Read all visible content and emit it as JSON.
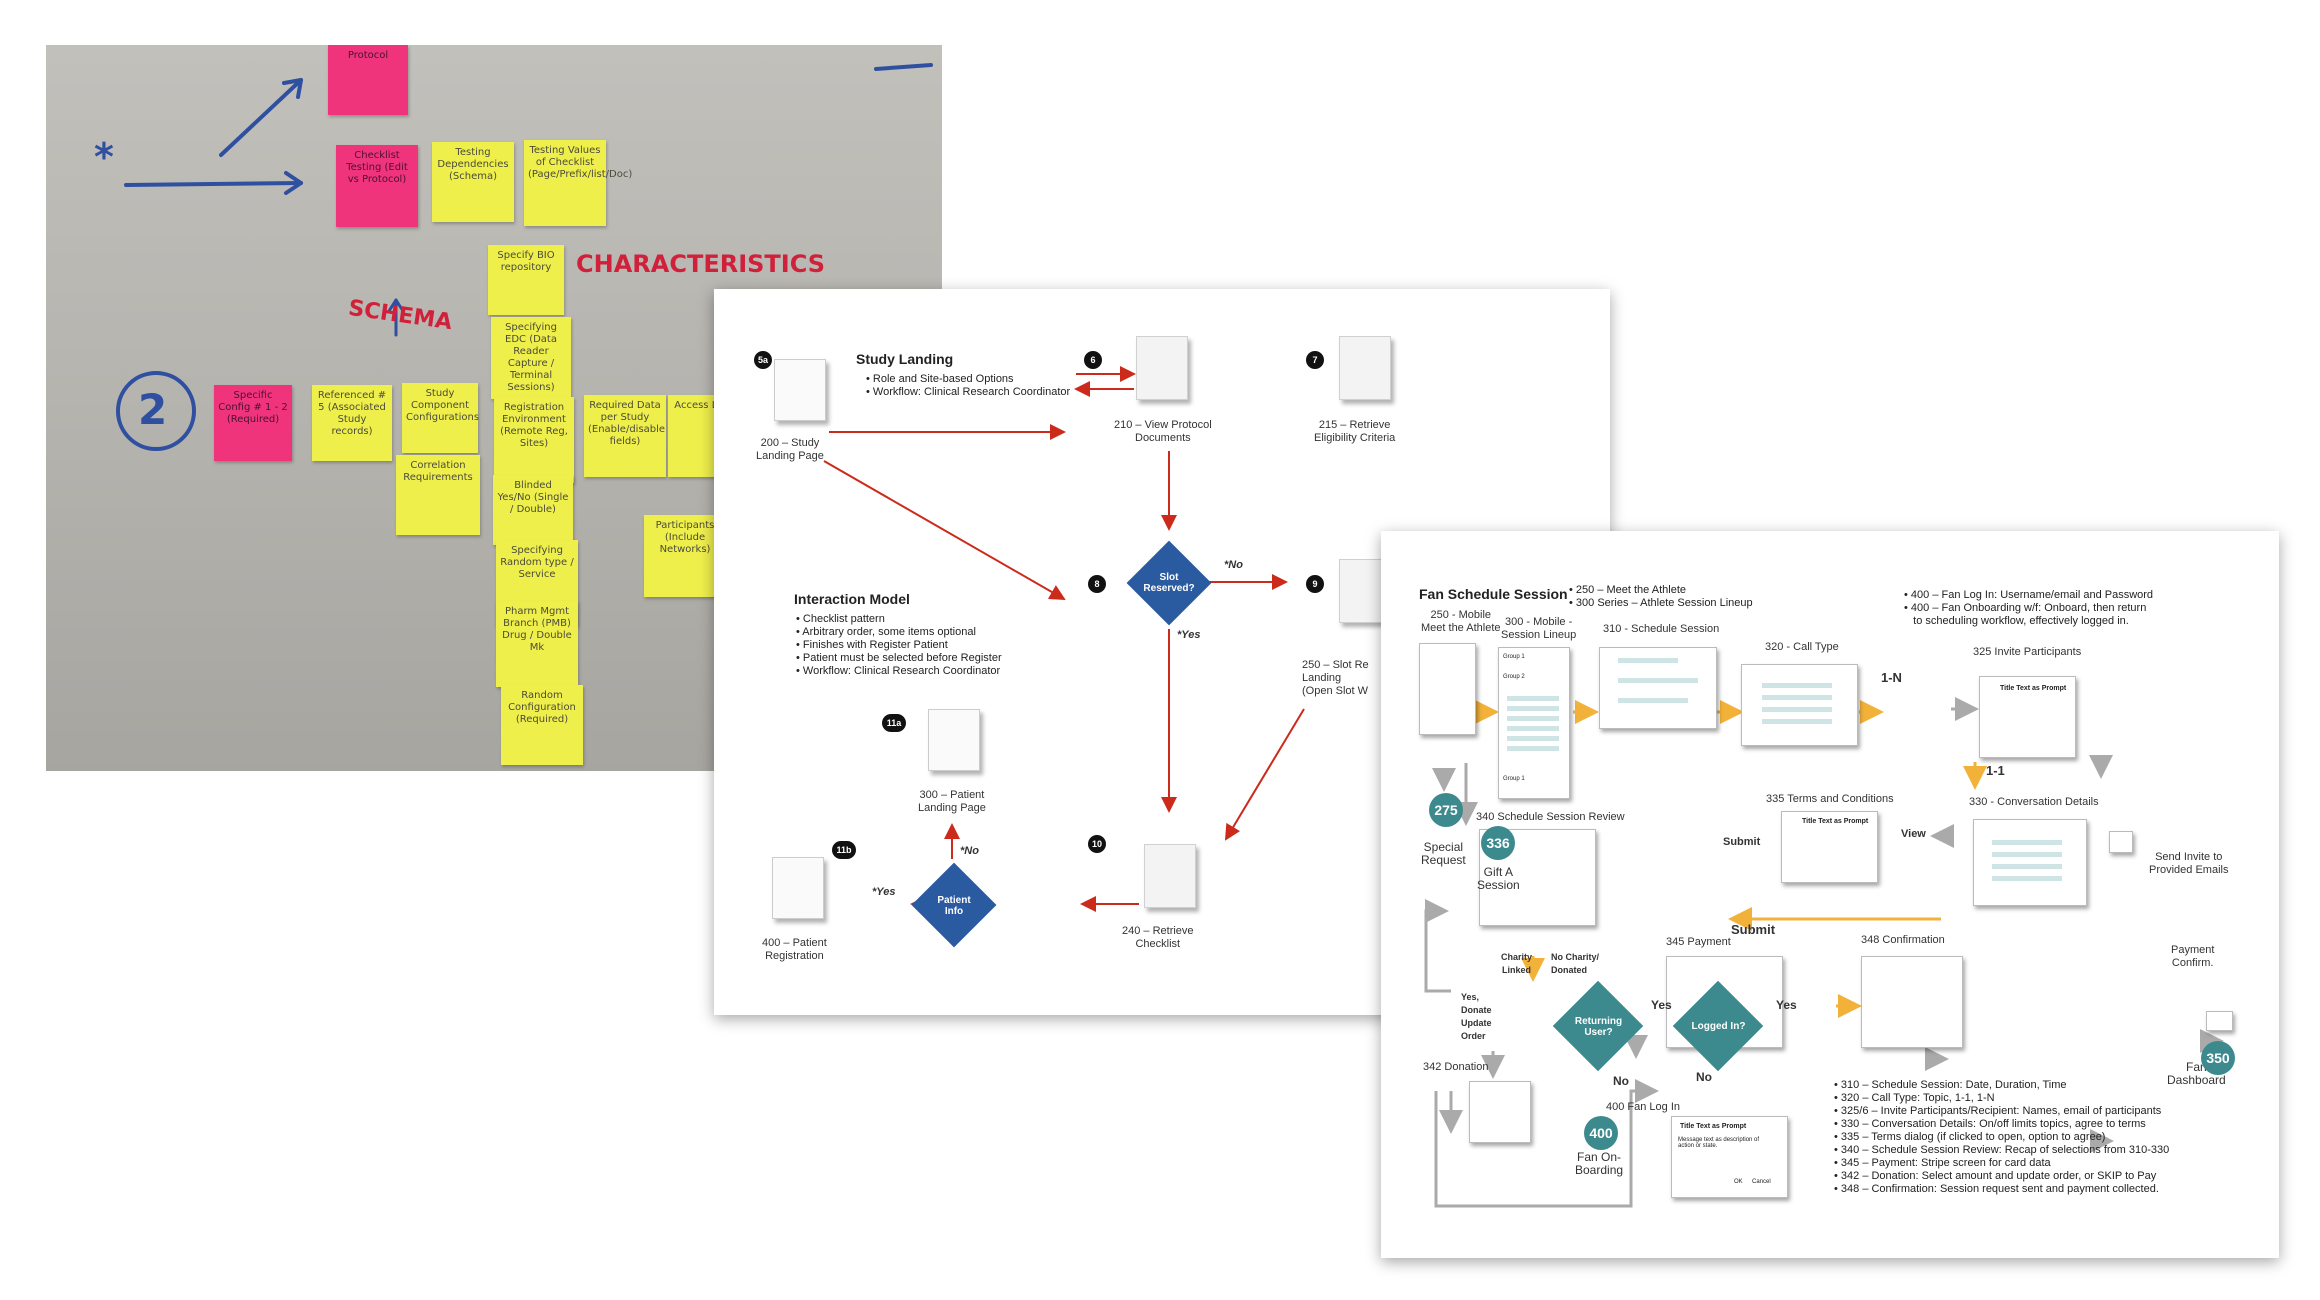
{
  "photo": {
    "notes_pink": [
      "Protocol",
      "Checklist Testing (Edit vs Protocol)",
      "Specific Config # 1 - 2 (Required)"
    ],
    "notes_yellow": [
      "Testing Dependencies (Schema)",
      "Testing Values of Checklist (Page/Prefix/list/Doc)",
      "Specify BIO repository",
      "Specifying EDC (Data Reader Capture / Terminal Sessions)",
      "Referenced # 5 (Associated Study records)",
      "Study Component Configurations",
      "Correlation Requirements",
      "Registration Environment (Remote Reg, Sites)",
      "Required Data per Study (Enable/disable fields)",
      "Access Limits",
      "Blinded Yes/No (Single / Double)",
      "Specifying Random type / Service",
      "Participants (Include Networks)",
      "Pharm Mgmt Branch (PMB) Drug / Double Mk",
      "Random Configuration (Required)"
    ],
    "label_characteristics": "CHARACTERISTICS",
    "label_schema": "SCHEMA",
    "label_asterisk": "*",
    "label_circle_number": "2"
  },
  "study": {
    "title": "Study Landing",
    "title_bullets": "• Role and Site-based Options\n• Workflow: Clinical Research Coordinator",
    "interaction_title": "Interaction Model",
    "interaction_bullets": "• Checklist pattern\n• Arbitrary order, some items optional\n• Finishes with Register Patient\n• Patient must be selected before Register\n• Workflow: Clinical Research Coordinator",
    "badges": [
      "5a",
      "6",
      "7",
      "8",
      "9",
      "10",
      "11a",
      "11b"
    ],
    "nodes": {
      "n200": "200 – Study\nLanding Page",
      "n210": "210 – View Protocol\nDocuments",
      "n215": "215 – Retrieve\nEligibility Criteria",
      "n250": "250 – Slot Re\nLanding\n(Open Slot W",
      "n240": "240 – Retrieve\nChecklist",
      "n300": "300 – Patient\nLanding Page",
      "n400": "400 – Patient\nRegistration"
    },
    "decision_slot": "Slot\nReserved?",
    "decision_patient": "Patient\nInfo",
    "edge_no1": "*No",
    "edge_yes1": "*Yes",
    "edge_no2": "*No",
    "edge_yes2": "*Yes"
  },
  "fan": {
    "title": "Fan Schedule Session",
    "header_bullets_1": "• 250 – Meet the Athlete\n• 300 Series – Athlete Session Lineup",
    "header_bullets_2": "• 400 – Fan Log In: Username/email and Password\n• 400 – Fan Onboarding w/f: Onboard, then return\n   to scheduling workflow, effectively logged in.",
    "screens": {
      "s250": "250 - Mobile\nMeet the Athlete",
      "s300": "300 - Mobile -\nSession Lineup",
      "s310": "310 - Schedule Session",
      "s320": "320 - Call Type",
      "s325": "325 Invite Participants",
      "s330": "330 - Conversation Details",
      "s335": "335 Terms and Conditions",
      "s340": "340 Schedule Session Review",
      "s345": "345 Payment",
      "s348": "348 Confirmation",
      "s342": "342 Donation",
      "s400": "400 Fan Log In"
    },
    "modal_title": "Title Text as Prompt",
    "modal_body": "Message text as description of action or state.",
    "modal_ok": "OK",
    "modal_cancel": "Cancel",
    "labels": {
      "one_n": "1-N",
      "one_one": "1-1",
      "view": "View",
      "submit1": "Submit",
      "submit2": "Submit",
      "send_invite": "Send Invite to\nProvided Emails",
      "payment_confirm": "Payment\nConfirm.",
      "special_request": "Special\nRequest",
      "gift_session": "Gift A\nSession",
      "fan_dashboard": "Fan\nDashboard",
      "fan_onboarding": "Fan On-\nBoarding",
      "charity_linked": "Charity\nLinked",
      "no_charity": "No Charity/\nDonated",
      "yes_donate": "Yes,\nDonate\nUpdate\nOrder",
      "yes1": "Yes",
      "yes2": "Yes",
      "no1": "No",
      "no2": "No"
    },
    "circles": {
      "c275": "275",
      "c336": "336",
      "c350": "350",
      "c400": "400"
    },
    "decision_returning": "Returning\nUser?",
    "decision_logged": "Logged In?",
    "footer_bullets": "• 310 – Schedule Session: Date, Duration, Time\n• 320 – Call Type: Topic, 1-1, 1-N\n• 325/6 – Invite Participants/Recipient: Names, email of participants\n• 330 – Conversation Details: On/off limits topics, agree to terms\n• 335 – Terms dialog (if clicked to open, option to agree)\n• 340 – Schedule Session Review: Recap of selections from 310-330\n• 345 – Payment: Stripe screen for card data\n• 342 – Donation: Select amount and update order, or SKIP to Pay\n• 348 – Confirmation: Session request sent and payment collected.",
    "lineup_rows": [
      "Group 1",
      "Group 2",
      "Group 1"
    ]
  },
  "colors": {
    "red_arrow": "#cc2a1a",
    "blue_diamond": "#2a5aa0",
    "teal": "#3c8a8e",
    "orange_arrow": "#f2b23a",
    "grey_arrow": "#aaaaaa"
  }
}
